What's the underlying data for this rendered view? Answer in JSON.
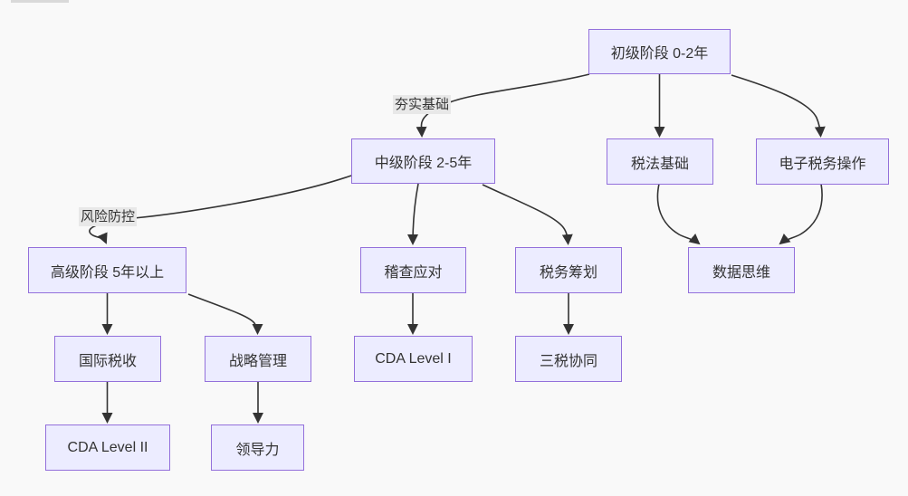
{
  "diagram": {
    "type": "flowchart",
    "direction": "top-down",
    "colors": {
      "background": "#f9f9f9",
      "node_fill": "#ececff",
      "node_border": "#9370db",
      "node_text": "#333333",
      "edge_line": "#333333",
      "edge_label_bg": "#e8e8e8",
      "edge_label_text": "#333333"
    },
    "nodes": [
      {
        "id": "junior",
        "label": "初级阶段 0-2年"
      },
      {
        "id": "mid",
        "label": "中级阶段 2-5年"
      },
      {
        "id": "tax-law",
        "label": "税法基础"
      },
      {
        "id": "e-tax",
        "label": "电子税务操作"
      },
      {
        "id": "senior",
        "label": "高级阶段 5年以上"
      },
      {
        "id": "audit",
        "label": "稽查应对"
      },
      {
        "id": "tax-planning",
        "label": "税务筹划"
      },
      {
        "id": "data-thinking",
        "label": "数据思维"
      },
      {
        "id": "intl-tax",
        "label": "国际税收"
      },
      {
        "id": "strategy",
        "label": "战略管理"
      },
      {
        "id": "cda-level-1",
        "label": "CDA Level I"
      },
      {
        "id": "three-tax",
        "label": "三税协同"
      },
      {
        "id": "cda-level-2",
        "label": "CDA Level II"
      },
      {
        "id": "leadership",
        "label": "领导力"
      }
    ],
    "edges": [
      {
        "from": "junior",
        "to": "mid",
        "label": "夯实基础"
      },
      {
        "from": "junior",
        "to": "tax-law",
        "label": ""
      },
      {
        "from": "junior",
        "to": "e-tax",
        "label": ""
      },
      {
        "from": "mid",
        "to": "senior",
        "label": "风险防控"
      },
      {
        "from": "mid",
        "to": "audit",
        "label": ""
      },
      {
        "from": "mid",
        "to": "tax-planning",
        "label": ""
      },
      {
        "from": "tax-law",
        "to": "data-thinking",
        "label": ""
      },
      {
        "from": "e-tax",
        "to": "data-thinking",
        "label": ""
      },
      {
        "from": "senior",
        "to": "intl-tax",
        "label": ""
      },
      {
        "from": "senior",
        "to": "strategy",
        "label": ""
      },
      {
        "from": "audit",
        "to": "cda-level-1",
        "label": ""
      },
      {
        "from": "tax-planning",
        "to": "three-tax",
        "label": ""
      },
      {
        "from": "intl-tax",
        "to": "cda-level-2",
        "label": ""
      },
      {
        "from": "strategy",
        "to": "leadership",
        "label": ""
      }
    ]
  }
}
